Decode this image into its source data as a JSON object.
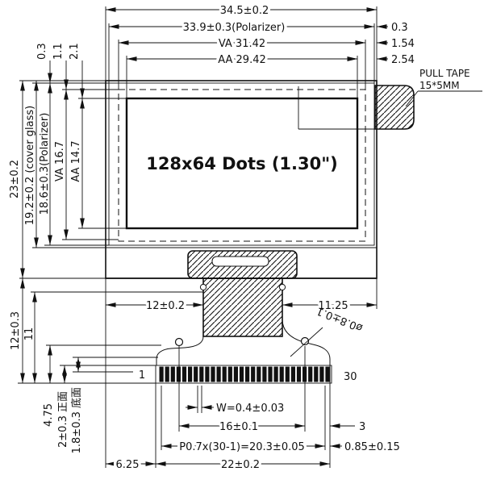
{
  "display": {
    "label": "128x64 Dots (1.30\")"
  },
  "pull_tape": {
    "line1": "PULL TAPE",
    "line2": "15*5MM"
  },
  "top_dims": {
    "overall": "34.5±0.2",
    "polarizer": "33.9±0.3(Polarizer)",
    "va": "VA 31.42",
    "aa": "AA 29.42",
    "gap_03": "0.3",
    "gap_154": "1.54",
    "gap_254": "2.54"
  },
  "left_dims": {
    "gap_03": "0.3",
    "gap_11": "1.1",
    "gap_21": "2.1",
    "cover_glass": "19.2±0.2 (cover glass)",
    "polarizer": "18.6±0.3(Polarizer)",
    "va": "VA 16.7",
    "aa": "AA 14.7",
    "overall": "23±0.2"
  },
  "tail_dims": {
    "fold_overall": "12±0.3",
    "fold_upper": "11",
    "tail_left": "12±0.2",
    "tail_right": "11.25",
    "hole": "ø0.8±0.1",
    "d475": "4.75",
    "front": "2±0.3 正面",
    "bottom": "1.8±0.3 底面"
  },
  "pin_dims": {
    "first": "1",
    "last": "30",
    "width": "W=0.4±0.03",
    "span16": "16±0.1",
    "d3": "3",
    "pitch": "P0.7x(30-1)=20.3±0.05",
    "d085": "0.85±0.15",
    "d625": "6.25",
    "span22": "22±0.2"
  }
}
